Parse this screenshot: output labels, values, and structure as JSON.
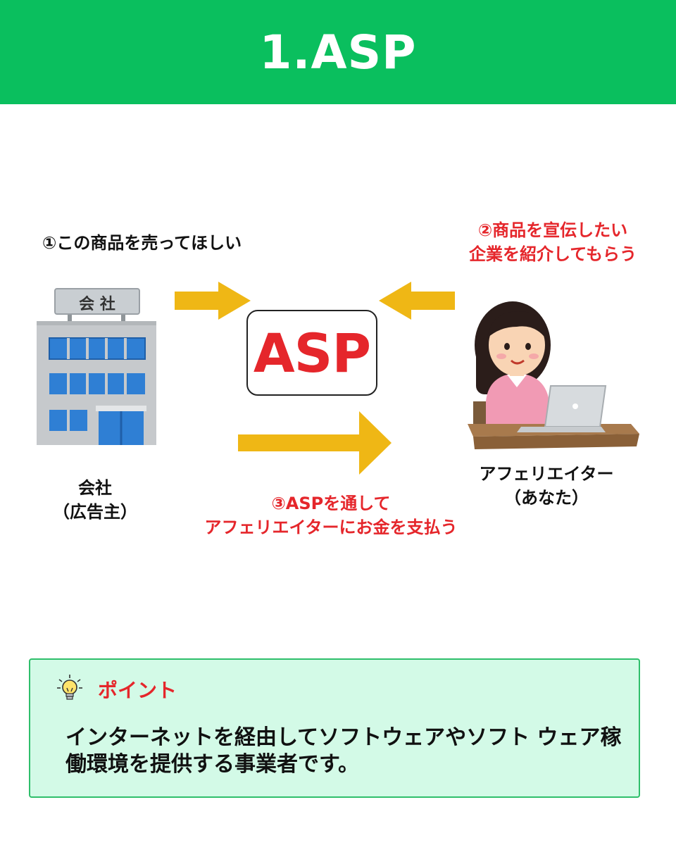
{
  "header": {
    "title": "1.ASP"
  },
  "diagram": {
    "step1": "①この商品を売ってほしい",
    "step2_line1": "②商品を宣伝したい",
    "step2_line2": "企業を紹介してもらう",
    "step3_line1": "③ASPを通して",
    "step3_line2": "アフェリエイターにお金を支払う",
    "center_label": "ASP",
    "company_sign": "会 社",
    "company_label_line1": "会社",
    "company_label_line2": "（広告主）",
    "affiliate_label_line1": "アフェリエイター",
    "affiliate_label_line2": "（あなた）"
  },
  "point": {
    "icon": "lightbulb-icon",
    "title": "ポイント",
    "text": "インターネットを経由してソフトウェアやソフト ウェア稼働環境を提供する事業者です。"
  },
  "colors": {
    "header_bg": "#0abf5e",
    "accent_red": "#e5262b",
    "arrow": "#efb715",
    "point_bg": "#d3fae7",
    "point_border": "#2fbf6b"
  }
}
